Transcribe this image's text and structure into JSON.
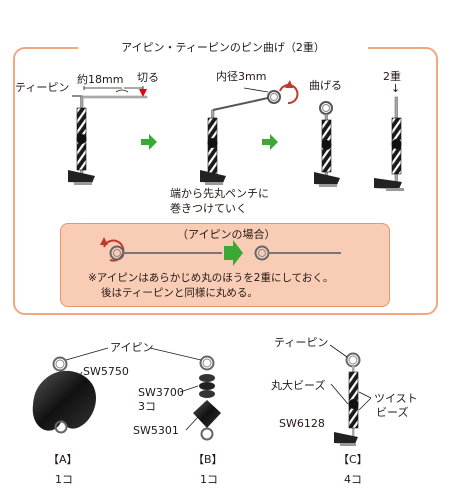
{
  "title": "アイピン・ティーピンのピン曲げ（2重）",
  "steps": {
    "tpin_label": "ティーピン",
    "length_label": "約18mm",
    "cut_label": "切る",
    "inner_diameter_label": "内径3mm",
    "bend_label": "曲げる",
    "double_label": "2重",
    "arrow_down": "↓",
    "instruction_line1": "端から先丸ペンチに",
    "instruction_line2": "巻きつけていく"
  },
  "eyepin_box": {
    "heading": "（アイピンの場合）",
    "note_line1": "※アイピンはあらかじめ丸のほうを2重にしておく。",
    "note_line2": "後はティーピンと同様に丸める。"
  },
  "examples": {
    "a": {
      "pin_label": "アイピン",
      "part_label": "SW5750",
      "tag": "【A】",
      "qty": "1コ"
    },
    "b": {
      "part1_label": "SW3700",
      "part1_qty": "3コ",
      "part2_label": "SW5301",
      "tag": "【B】",
      "qty": "1コ"
    },
    "c": {
      "pin_label": "ティーピン",
      "bead1_label": "丸大ビーズ",
      "bead2_label_line1": "ツイスト",
      "bead2_label_line2": "ビーズ",
      "part_label": "SW6128",
      "tag": "【C】",
      "qty": "4コ"
    }
  },
  "colors": {
    "panel_border": "#f0a87f",
    "inner_fill": "#f9cdb5",
    "arrow_green": "#3aa935",
    "cut_red": "#e60012",
    "bend_arrow": "#c0392b"
  }
}
